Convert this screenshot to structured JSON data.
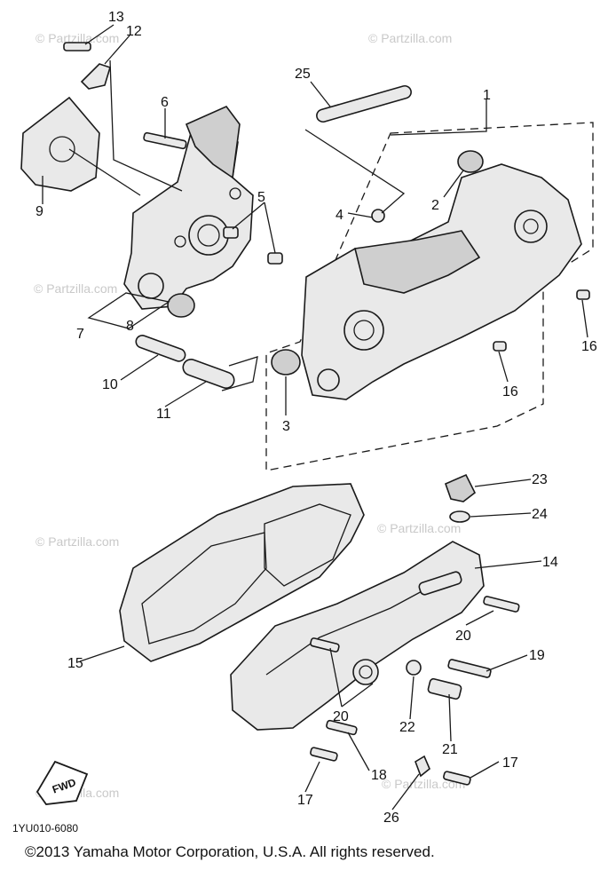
{
  "callouts": {
    "c1": "1",
    "c2": "2",
    "c3": "3",
    "c4": "4",
    "c5": "5",
    "c6": "6",
    "c7": "7",
    "c8": "8",
    "c9": "9",
    "c10": "10",
    "c11": "11",
    "c12": "12",
    "c13": "13",
    "c14": "14",
    "c15": "15",
    "c16a": "16",
    "c16b": "16",
    "c17a": "17",
    "c17b": "17",
    "c18": "18",
    "c19": "19",
    "c20a": "20",
    "c20b": "20",
    "c21": "21",
    "c22": "22",
    "c23": "23",
    "c24": "24",
    "c25": "25",
    "c26": "26"
  },
  "fwd_label": "FWD",
  "diagram_code": "1YU010-6080",
  "watermark": "© Partzilla.com",
  "copyright": "©2013 Yamaha Motor Corporation, U.S.A. All rights reserved."
}
